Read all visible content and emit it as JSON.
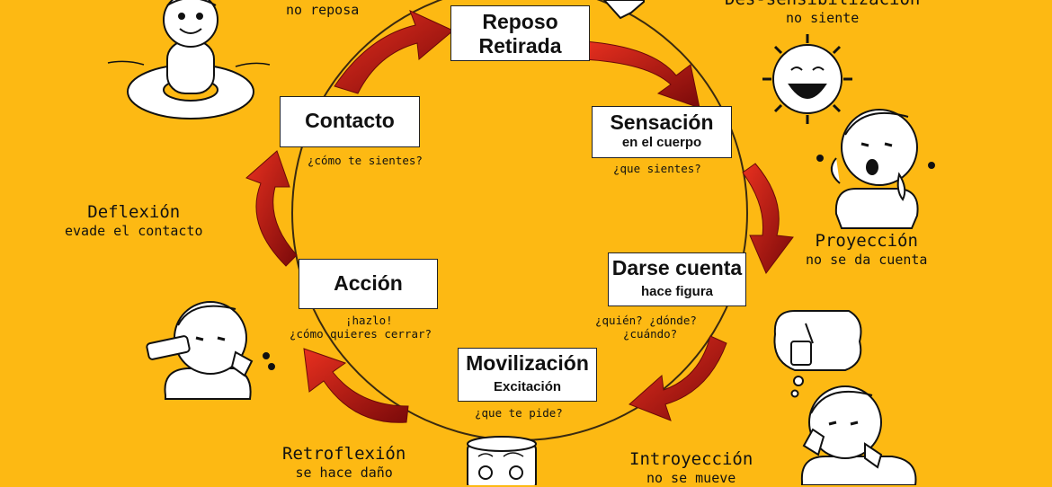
{
  "stages": {
    "reposo": {
      "title": "Reposo",
      "subtitle": "Retirada"
    },
    "sensacion": {
      "title": "Sensación",
      "subtitle": "en el cuerpo",
      "question": "¿que sientes?"
    },
    "darse": {
      "title": "Darse cuenta",
      "subtitle": "hace figura",
      "question_1": "¿quién? ¿dónde?",
      "question_2": "¿cuándo?"
    },
    "movil": {
      "title": "Movilización",
      "subtitle": "Excitación",
      "question": "¿que te pide?"
    },
    "accion": {
      "title": "Acción",
      "question_1": "¡hazlo!",
      "question_2": "¿cómo quieres cerrar?"
    },
    "contacto": {
      "title": "Contacto",
      "question": "¿cómo te sientes?"
    }
  },
  "blocks": {
    "top_left": {
      "sub": "no reposa"
    },
    "desens": {
      "name": "Des-sensibilización",
      "sub": "no siente"
    },
    "proyeccion": {
      "name": "Proyección",
      "sub": "no se da cuenta"
    },
    "introyeccion": {
      "name": "Introyección",
      "sub": "no se mueve"
    },
    "retroflexion": {
      "name": "Retroflexión",
      "sub": "se hace daño"
    },
    "deflexion": {
      "name": "Deflexión",
      "sub": "evade el contacto"
    }
  },
  "colors": {
    "background": "#FDB913",
    "arrow_light": "#D81E1E",
    "arrow_dark": "#7A0A0A",
    "circle": "#3a2a10"
  },
  "icons": [
    "swimmer-icon",
    "sun-icon",
    "crying-child-icon",
    "thinking-child-icon",
    "drinking-child-icon",
    "jar-icon",
    "hand-icon"
  ]
}
